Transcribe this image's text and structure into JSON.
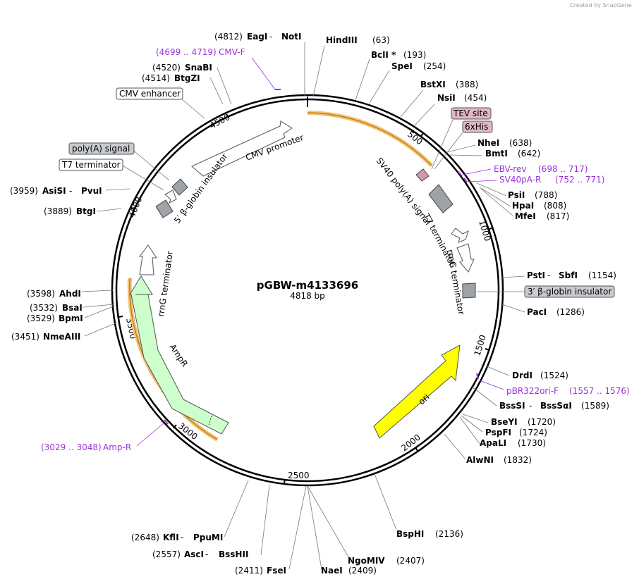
{
  "credit": "Created by SnapGene",
  "plasmid": {
    "name": "pGBW-m4133696",
    "size": "4818 bp"
  },
  "sites": [
    {
      "id": "eagi",
      "pos": "(4812)",
      "name": "EagI",
      "sep": " - ",
      "name2": "NotI"
    },
    {
      "id": "hindiii",
      "name": "HindIII",
      "pos": "(63)"
    },
    {
      "id": "bcli",
      "name": "BclI *",
      "pos": "(193)"
    },
    {
      "id": "spei",
      "name": "SpeI",
      "pos": "(254)"
    },
    {
      "id": "bstxi",
      "name": "BstXI",
      "pos": "(388)"
    },
    {
      "id": "nsii",
      "name": "NsiI",
      "pos": "(454)"
    },
    {
      "id": "nhei",
      "name": "NheI",
      "pos": "(638)"
    },
    {
      "id": "bmti",
      "name": "BmtI",
      "pos": "(642)"
    },
    {
      "id": "psii",
      "name": "PsiI",
      "pos": "(788)"
    },
    {
      "id": "hpai",
      "name": "HpaI",
      "pos": "(808)"
    },
    {
      "id": "mfei",
      "name": "MfeI",
      "pos": "(817)"
    },
    {
      "id": "psti",
      "name": "PstI",
      "sep": " - ",
      "name2": "SbfI",
      "pos": "(1154)"
    },
    {
      "id": "paci",
      "name": "PacI",
      "pos": "(1286)"
    },
    {
      "id": "drdi",
      "name": "DrdI",
      "pos": "(1524)"
    },
    {
      "id": "bsssi",
      "name": "BssSI",
      "sep": " - ",
      "name2": "BssSαI",
      "pos": "(1589)"
    },
    {
      "id": "bseyi",
      "name": "BseYI",
      "pos": "(1720)"
    },
    {
      "id": "pspfi",
      "name": "PspFI",
      "pos": "(1724)"
    },
    {
      "id": "apali",
      "name": "ApaLI",
      "pos": "(1730)"
    },
    {
      "id": "alwni",
      "name": "AlwNI",
      "pos": "(1832)"
    },
    {
      "id": "bsphi",
      "name": "BspHI",
      "pos": "(2136)"
    },
    {
      "id": "ngomiv",
      "name": "NgoMIV",
      "pos": "(2407)"
    },
    {
      "id": "naei",
      "name": "NaeI",
      "pos": "(2409)"
    },
    {
      "id": "fsei",
      "pos": "(2411)",
      "name": "FseI"
    },
    {
      "id": "asci",
      "pos": "(2557)",
      "name": "AscI",
      "sep": " - ",
      "name2": "BssHII"
    },
    {
      "id": "kfli",
      "pos": "(2648)",
      "name": "KflI",
      "sep": " - ",
      "name2": "PpuMI"
    },
    {
      "id": "nmeaiii",
      "pos": "(3451)",
      "name": "NmeAIII"
    },
    {
      "id": "bpmi",
      "pos": "(3529)",
      "name": "BpmI"
    },
    {
      "id": "bsai",
      "pos": "(3532)",
      "name": "BsaI"
    },
    {
      "id": "ahdi",
      "pos": "(3598)",
      "name": "AhdI"
    },
    {
      "id": "btgi",
      "pos": "(3889)",
      "name": "BtgI"
    },
    {
      "id": "asisi",
      "pos": "(3959)",
      "name": "AsiSI",
      "sep": " - ",
      "name2": "PvuI"
    },
    {
      "id": "btgzi",
      "pos": "(4514)",
      "name": "BtgZI"
    },
    {
      "id": "snabi",
      "pos": "(4520)",
      "name": "SnaBI"
    }
  ],
  "primers": [
    {
      "id": "cmvf",
      "range": "(4699 .. 4719)",
      "name": "CMV-F"
    },
    {
      "id": "ebvrev",
      "name": "EBV-rev",
      "range": "(698 .. 717)"
    },
    {
      "id": "sv40pa",
      "name": "SV40pA-R",
      "range": "(752 .. 771)"
    },
    {
      "id": "pbr322",
      "name": "pBR322ori-F",
      "range": "(1557 .. 1576)"
    },
    {
      "id": "ampr",
      "range": "(3029 .. 3048)",
      "name": "Amp-R"
    }
  ],
  "boxed_labels": [
    {
      "id": "cmv-enh",
      "text": "CMV enhancer"
    },
    {
      "id": "polya",
      "text": "poly(A) signal"
    },
    {
      "id": "t7term",
      "text": "T7 terminator"
    },
    {
      "id": "tev",
      "text": "TEV site"
    },
    {
      "id": "his",
      "text": "6xHis"
    },
    {
      "id": "globin3",
      "text": "3′ β-globin insulator"
    }
  ],
  "features": [
    {
      "id": "cmv-promoter",
      "text": "CMV promoter"
    },
    {
      "id": "globin5",
      "text": "5′ β-globin insulator"
    },
    {
      "id": "sv40",
      "text": "SV40 poly(A) signal"
    },
    {
      "id": "t7",
      "text": "T7 terminator"
    },
    {
      "id": "rrng1",
      "text": "rrnG terminator"
    },
    {
      "id": "rrng2",
      "text": "rrnG terminator"
    },
    {
      "id": "ampr",
      "text": "AmpR"
    },
    {
      "id": "ori",
      "text": "ori"
    }
  ],
  "ticks": [
    "500",
    "1000",
    "1500",
    "2000",
    "2500",
    "3000",
    "3500",
    "4000",
    "4500"
  ],
  "colors": {
    "primer": "#9b30d9",
    "ori": "#ffff00",
    "ampr": "#ccffcc",
    "orf_highlight": "#f6c27a",
    "gray_feature": "#9ea3a8",
    "pink_label": "#dfb7c6"
  }
}
